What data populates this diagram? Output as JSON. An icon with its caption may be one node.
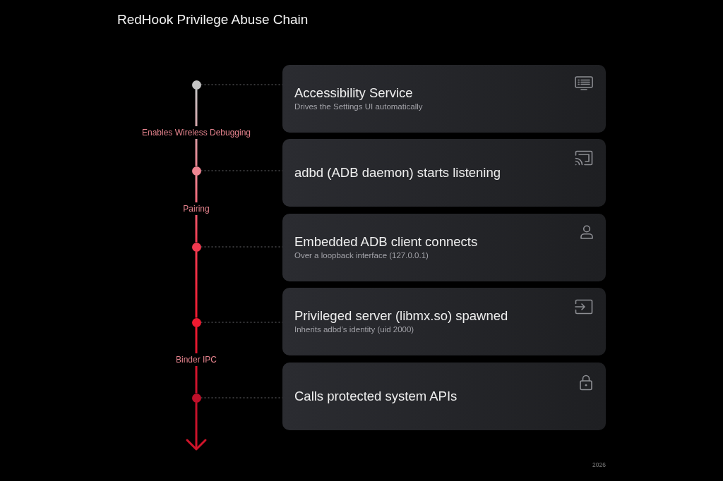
{
  "diagram": {
    "title": "RedHook Privilege Abuse Chain",
    "nodes": [
      {
        "text": [
          "Accessibility Service",
          "Drives the Settings UI automatically"
        ]
      },
      {
        "text": [
          "adbd (ADB daemon) starts listening"
        ]
      },
      {
        "text": [
          "Embedded ADB client connects",
          "Over a loopback interface (127.0.0.1)"
        ]
      },
      {
        "text": [
          "Privileged server (libmx.so) spawned",
          "Inherits adbd’s identity (uid 2000)"
        ]
      },
      {
        "text": [
          "Calls protected system APIs"
        ]
      },
      {
        "text": [],
        "shape": "circle"
      },
      {
        "text": [],
        "shape": "circle"
      },
      {
        "text": [],
        "shape": "circle"
      },
      {
        "text": [],
        "shape": "circle"
      },
      {
        "text": [],
        "shape": "circle"
      }
    ],
    "edges": [
      {
        "from": 5,
        "to": 6,
        "arrow": "none",
        "label": "Enables Wireless Debugging",
        "color": "#e8838f"
      },
      {
        "from": 6,
        "to": 7,
        "arrow": "none",
        "label": "Pairing",
        "color": "#f03a50"
      },
      {
        "from": 7,
        "to": 8,
        "arrow": "none",
        "color": "#ee1a30"
      },
      {
        "from": 8,
        "to": 9,
        "arrow": "none",
        "label": "Binder IPC",
        "color": "#c8122c"
      },
      {
        "from": 9,
        "to": null,
        "arrow": "to",
        "color": "#d0142a"
      },
      {
        "from": 5,
        "to": 0,
        "arrow": "none",
        "style": "dashed"
      },
      {
        "from": 6,
        "to": 1,
        "arrow": "none",
        "style": "dashed"
      },
      {
        "from": 7,
        "to": 2,
        "arrow": "none",
        "style": "dashed"
      },
      {
        "from": 8,
        "to": 3,
        "arrow": "none",
        "style": "dashed"
      },
      {
        "from": 9,
        "to": 4,
        "arrow": "none",
        "style": "dashed"
      }
    ],
    "labels": [
      "2026"
    ]
  }
}
